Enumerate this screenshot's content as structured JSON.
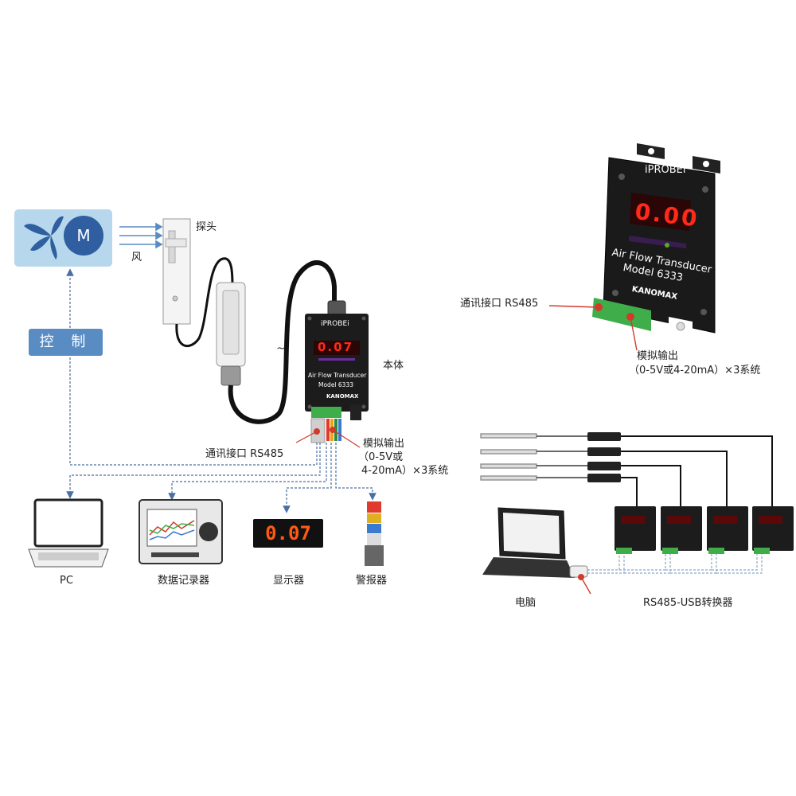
{
  "left_system": {
    "motor_label": "M",
    "wind_label": "风",
    "control_label": "控 制",
    "probe_label": "探头",
    "body_label": "本体",
    "comm_port_label": "通讯接口 RS485",
    "analog_label_line1": "模拟输出",
    "analog_label_line2": "（0-5V或",
    "analog_label_line3": "4-20mA）×3系统",
    "device_brand": "iPROBEi",
    "device_display": "0.07",
    "device_title": "Air Flow Transducer",
    "device_model": "Model 6333",
    "device_maker": "KANOMAX",
    "outputs": {
      "pc": "PC",
      "logger": "数据记录器",
      "display": "显示器",
      "alarm": "警报器",
      "display_value": "0.07"
    }
  },
  "top_right": {
    "brand": "iPROBEi",
    "display": "0.00",
    "title": "Air Flow Transducer",
    "model": "Model 6333",
    "maker": "KANOMAX",
    "comm_port_label": "通讯接口 RS485",
    "analog_label_line1": "模拟输出",
    "analog_label_line2": "（0-5V或4-20mA）×3系统"
  },
  "bottom_right": {
    "computer_label": "电脑",
    "converter_label": "RS485-USB转换器"
  },
  "colors": {
    "accent_blue": "#5a8cc4",
    "motor_bg": "#b7d8ec",
    "device_body": "#1c1c1c",
    "display_red": "#e0201a",
    "terminal_green": "#3fae4a",
    "line_red": "#d33a2c",
    "signal_dashed": "#4a6fa5"
  }
}
